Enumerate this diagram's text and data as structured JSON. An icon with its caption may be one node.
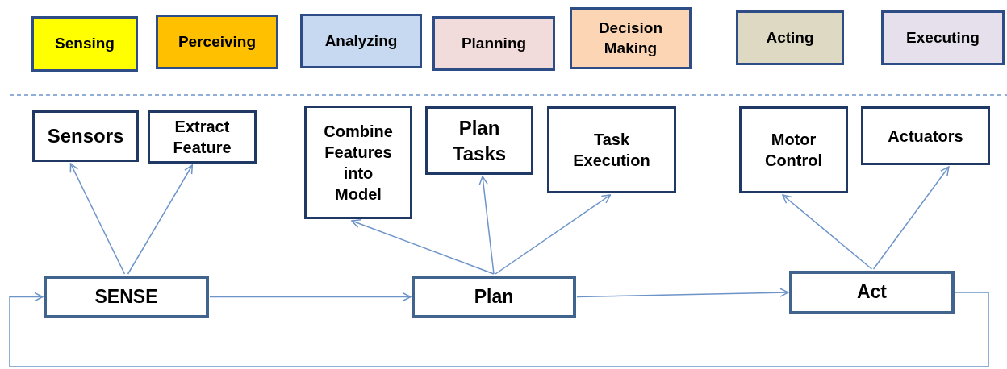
{
  "diagram": {
    "nodes": [
      {
        "text": [
          "Sensing"
        ]
      },
      {
        "text": [
          "Perceiving"
        ]
      },
      {
        "text": [
          "Analyzing"
        ]
      },
      {
        "text": [
          "Planning"
        ]
      },
      {
        "text": [
          "Decision Making"
        ]
      },
      {
        "text": [
          "Acting"
        ]
      },
      {
        "text": [
          "Executing"
        ]
      },
      {
        "text": [
          "Sensors"
        ]
      },
      {
        "text": [
          "Extract Feature"
        ]
      },
      {
        "text": [
          "Combine Features into Model"
        ]
      },
      {
        "text": [
          "Plan Tasks"
        ]
      },
      {
        "text": [
          "Task Execution"
        ]
      },
      {
        "text": [
          "Motor Control"
        ]
      },
      {
        "text": [
          "Actuators"
        ]
      },
      {
        "text": [
          "SENSE"
        ]
      },
      {
        "text": [
          "Plan"
        ]
      },
      {
        "text": [
          "Act"
        ]
      }
    ],
    "edges": [
      {
        "from": 14,
        "to": 7,
        "arrow": "to"
      },
      {
        "from": 14,
        "to": 8,
        "arrow": "to"
      },
      {
        "from": 15,
        "to": 9,
        "arrow": "to"
      },
      {
        "from": 15,
        "to": 10,
        "arrow": "to"
      },
      {
        "from": 15,
        "to": 11,
        "arrow": "to"
      },
      {
        "from": 16,
        "to": 12,
        "arrow": "to"
      },
      {
        "from": 16,
        "to": 13,
        "arrow": "to"
      },
      {
        "from": 14,
        "to": 15,
        "arrow": "to"
      },
      {
        "from": 15,
        "to": 16,
        "arrow": "to"
      },
      {
        "from": 16,
        "to": 14,
        "arrow": "to"
      }
    ]
  }
}
